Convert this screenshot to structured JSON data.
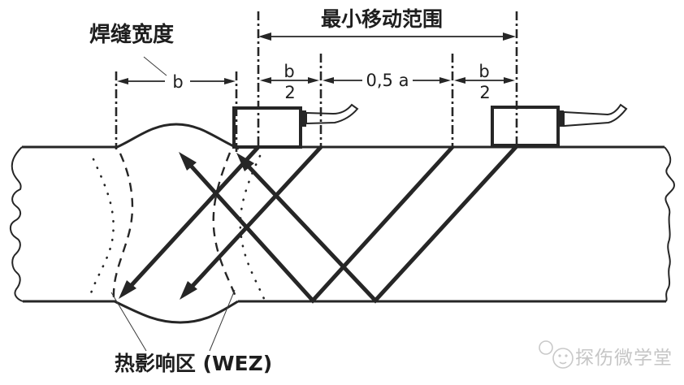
{
  "labels": {
    "weld_width": "焊缝宽度",
    "min_movement_range": "最小移动范围",
    "heat_affected_zone": "热影响区 (WEZ)"
  },
  "dimensions": {
    "weld_width": {
      "symbol": "b"
    },
    "half_weld_width": {
      "numerator": "b",
      "denominator": "2"
    },
    "half_skip_distance": {
      "symbol": "0,5 a"
    }
  },
  "watermark": {
    "text": "探伤微学堂"
  },
  "colors": {
    "line": "#262626",
    "background": "#ffffff",
    "watermark_gray": "#c6c6c6"
  }
}
